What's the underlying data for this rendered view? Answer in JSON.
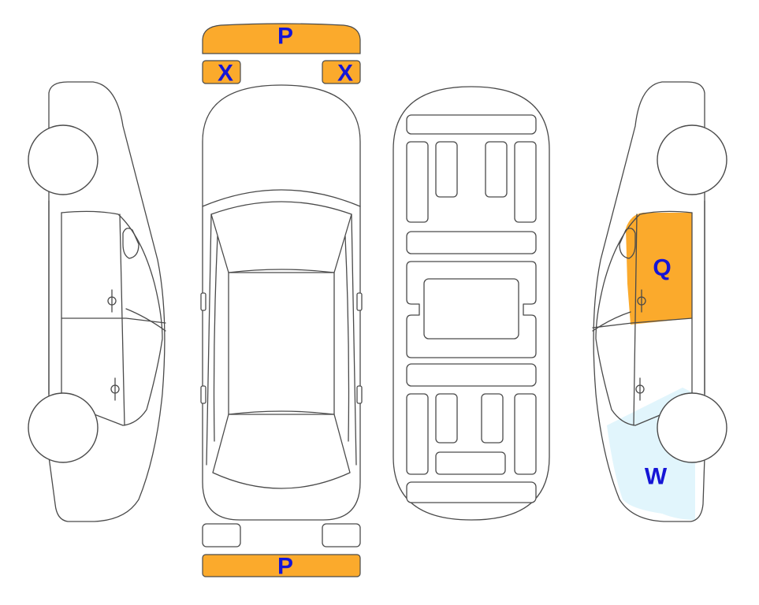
{
  "colors": {
    "damage_orange": "#FBAA2C",
    "damage_light_blue": "#E1F5FC",
    "label_blue": "#1515D6",
    "outline": "#4a4a4a"
  },
  "labels": {
    "front_bumper": "P",
    "front_left_light": "X",
    "front_right_light": "X",
    "rear_bumper": "P",
    "right_front_door": "Q",
    "right_rear_quarter": "W"
  }
}
